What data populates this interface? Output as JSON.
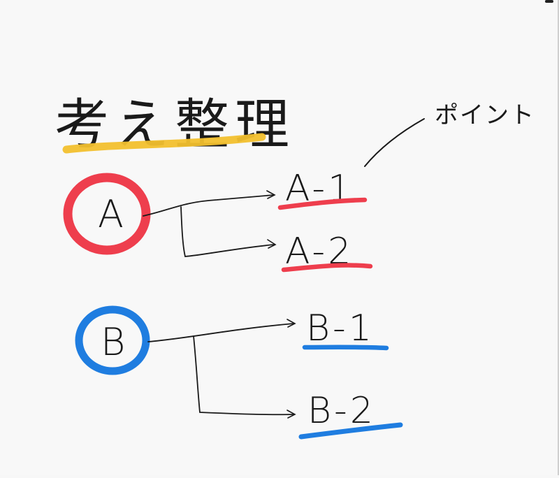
{
  "title": "考え整理",
  "nodes": {
    "a": {
      "label": "A",
      "children": [
        "A-1",
        "A-2"
      ]
    },
    "b": {
      "label": "B",
      "children": [
        "B-1",
        "B-2"
      ]
    }
  },
  "annotation": "ポイント",
  "colors": {
    "title_underline": "#f2c02e",
    "group_a": "#ee3e4d",
    "group_b": "#1f7de0",
    "ink": "#1a1a1a",
    "corner_mark": "#222222"
  }
}
